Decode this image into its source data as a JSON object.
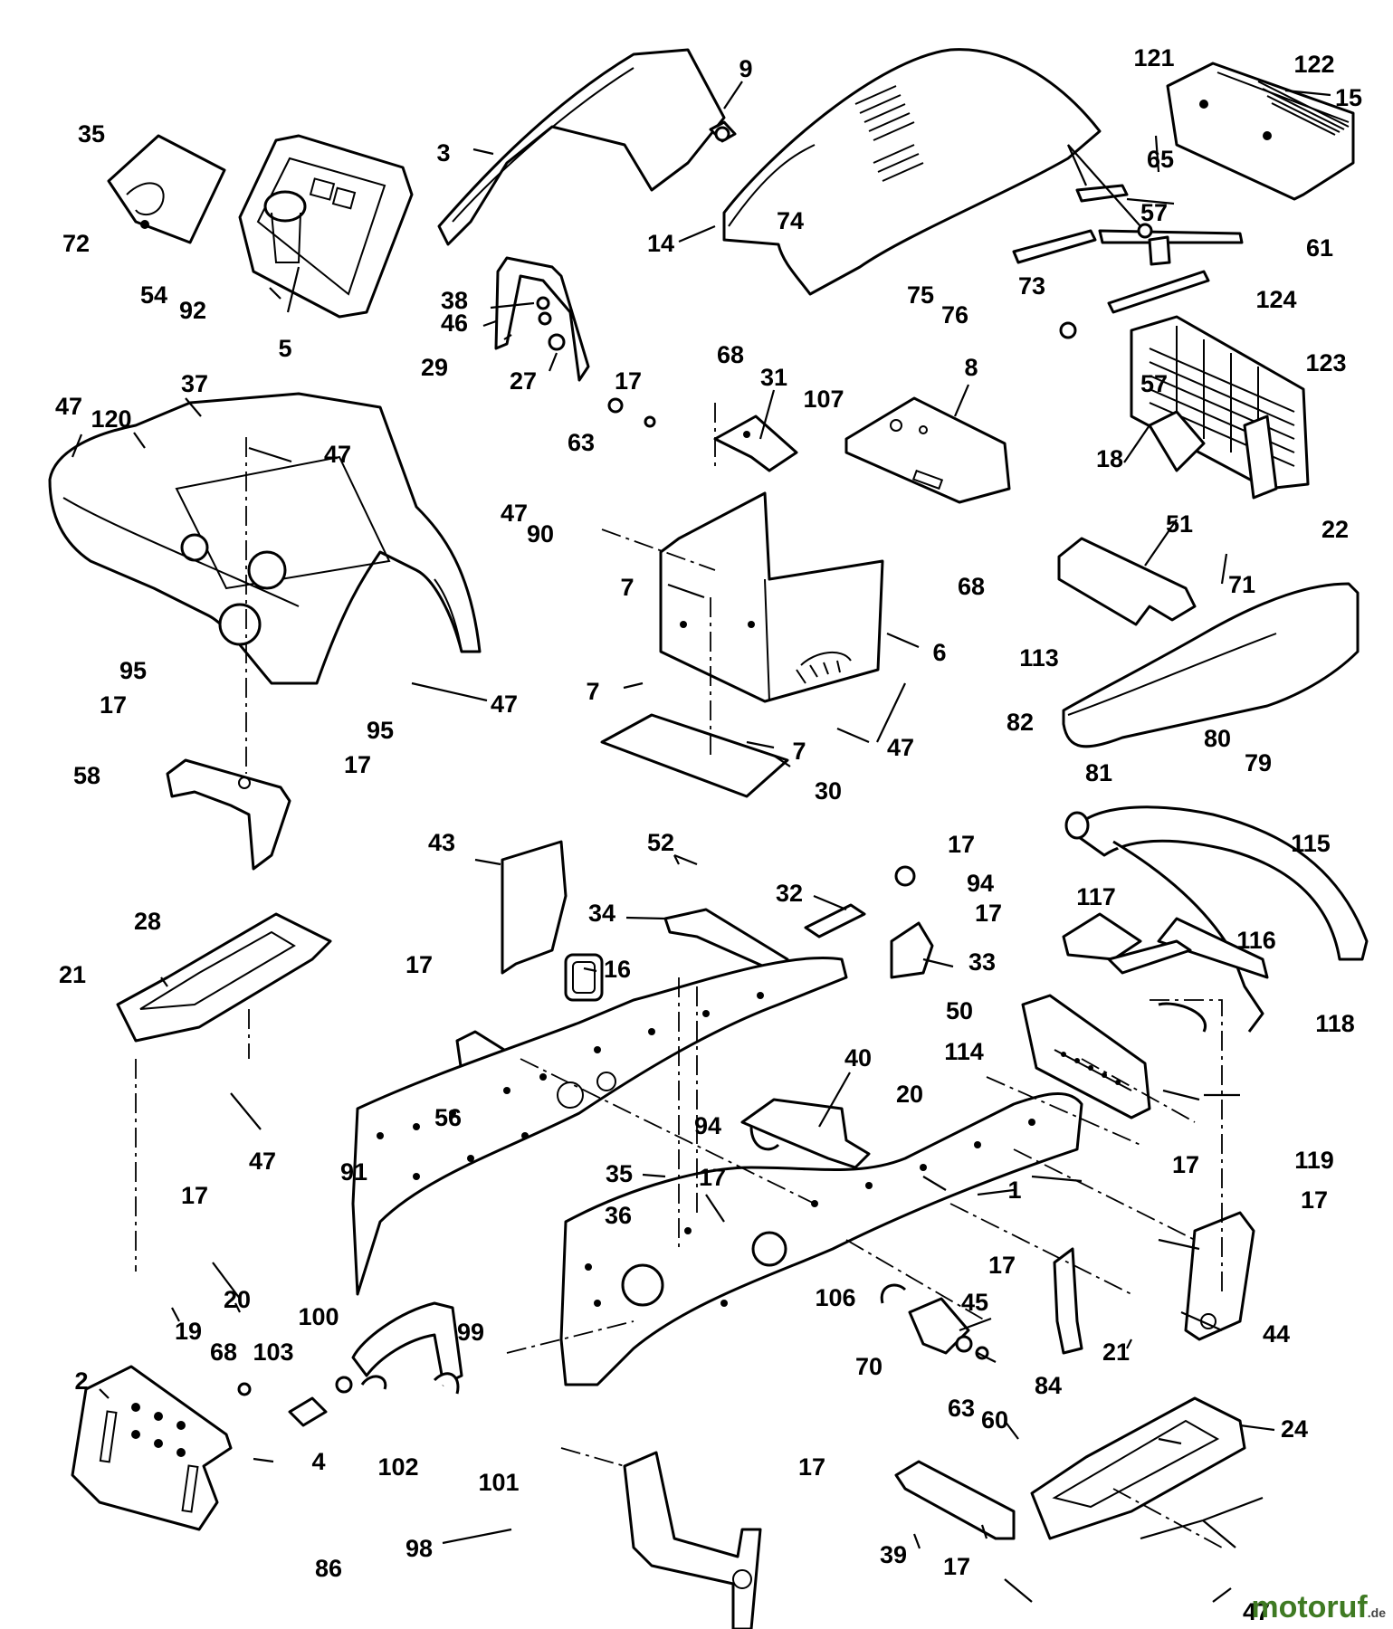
{
  "callouts": [
    "1",
    "2",
    "3",
    "4",
    "5",
    "6",
    "7",
    "8",
    "9",
    "14",
    "15",
    "16",
    "17",
    "18",
    "19",
    "20",
    "21",
    "22",
    "24",
    "27",
    "28",
    "29",
    "30",
    "31",
    "32",
    "33",
    "34",
    "35",
    "36",
    "37",
    "38",
    "39",
    "40",
    "43",
    "44",
    "45",
    "46",
    "47",
    "50",
    "51",
    "52",
    "54",
    "56",
    "57",
    "58",
    "60",
    "61",
    "63",
    "65",
    "68",
    "70",
    "71",
    "72",
    "73",
    "74",
    "75",
    "76",
    "79",
    "80",
    "81",
    "82",
    "84",
    "86",
    "90",
    "91",
    "92",
    "94",
    "95",
    "98",
    "99",
    "100",
    "101",
    "102",
    "103",
    "106",
    "107",
    "113",
    "114",
    "115",
    "116",
    "117",
    "118",
    "119",
    "120",
    "121",
    "122",
    "123",
    "124"
  ],
  "watermark": {
    "brand": "motoruf",
    "suffix": ".de",
    "color": "#3f7a23"
  }
}
